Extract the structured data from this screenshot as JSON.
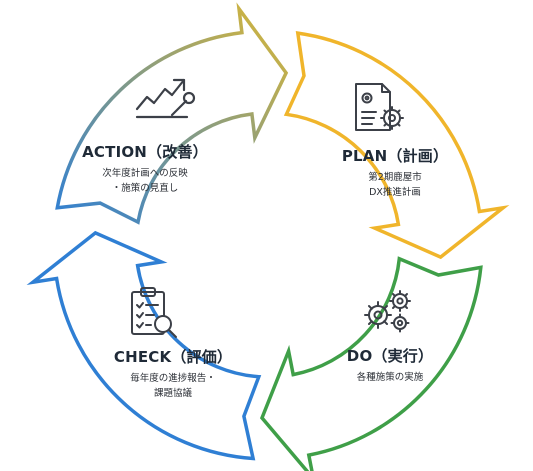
{
  "diagram": {
    "colors": {
      "plan": "#f0b52b",
      "do": "#3f9f48",
      "check": "#2f7fd4",
      "action_start": "#2f7fd4",
      "action_end": "#d9b737",
      "icon_stroke": "#3c4048"
    },
    "stages": {
      "action": {
        "title": "ACTION（改善）",
        "desc1": "次年度計画への反映",
        "desc2": "・施策の見直し",
        "icon": "trend-chart-wrench-icon"
      },
      "plan": {
        "title": "PLAN（計画）",
        "desc1": "第2期鹿屋市",
        "desc2": "DX推進計画",
        "icon": "document-gear-icon"
      },
      "do": {
        "title": "DO（実行）",
        "desc1": "各種施策の実施",
        "icon": "gears-icon"
      },
      "check": {
        "title": "CHECK（評価）",
        "desc1": "毎年度の進捗報告・",
        "desc2": "課題協議",
        "icon": "clipboard-magnifier-icon"
      }
    }
  }
}
